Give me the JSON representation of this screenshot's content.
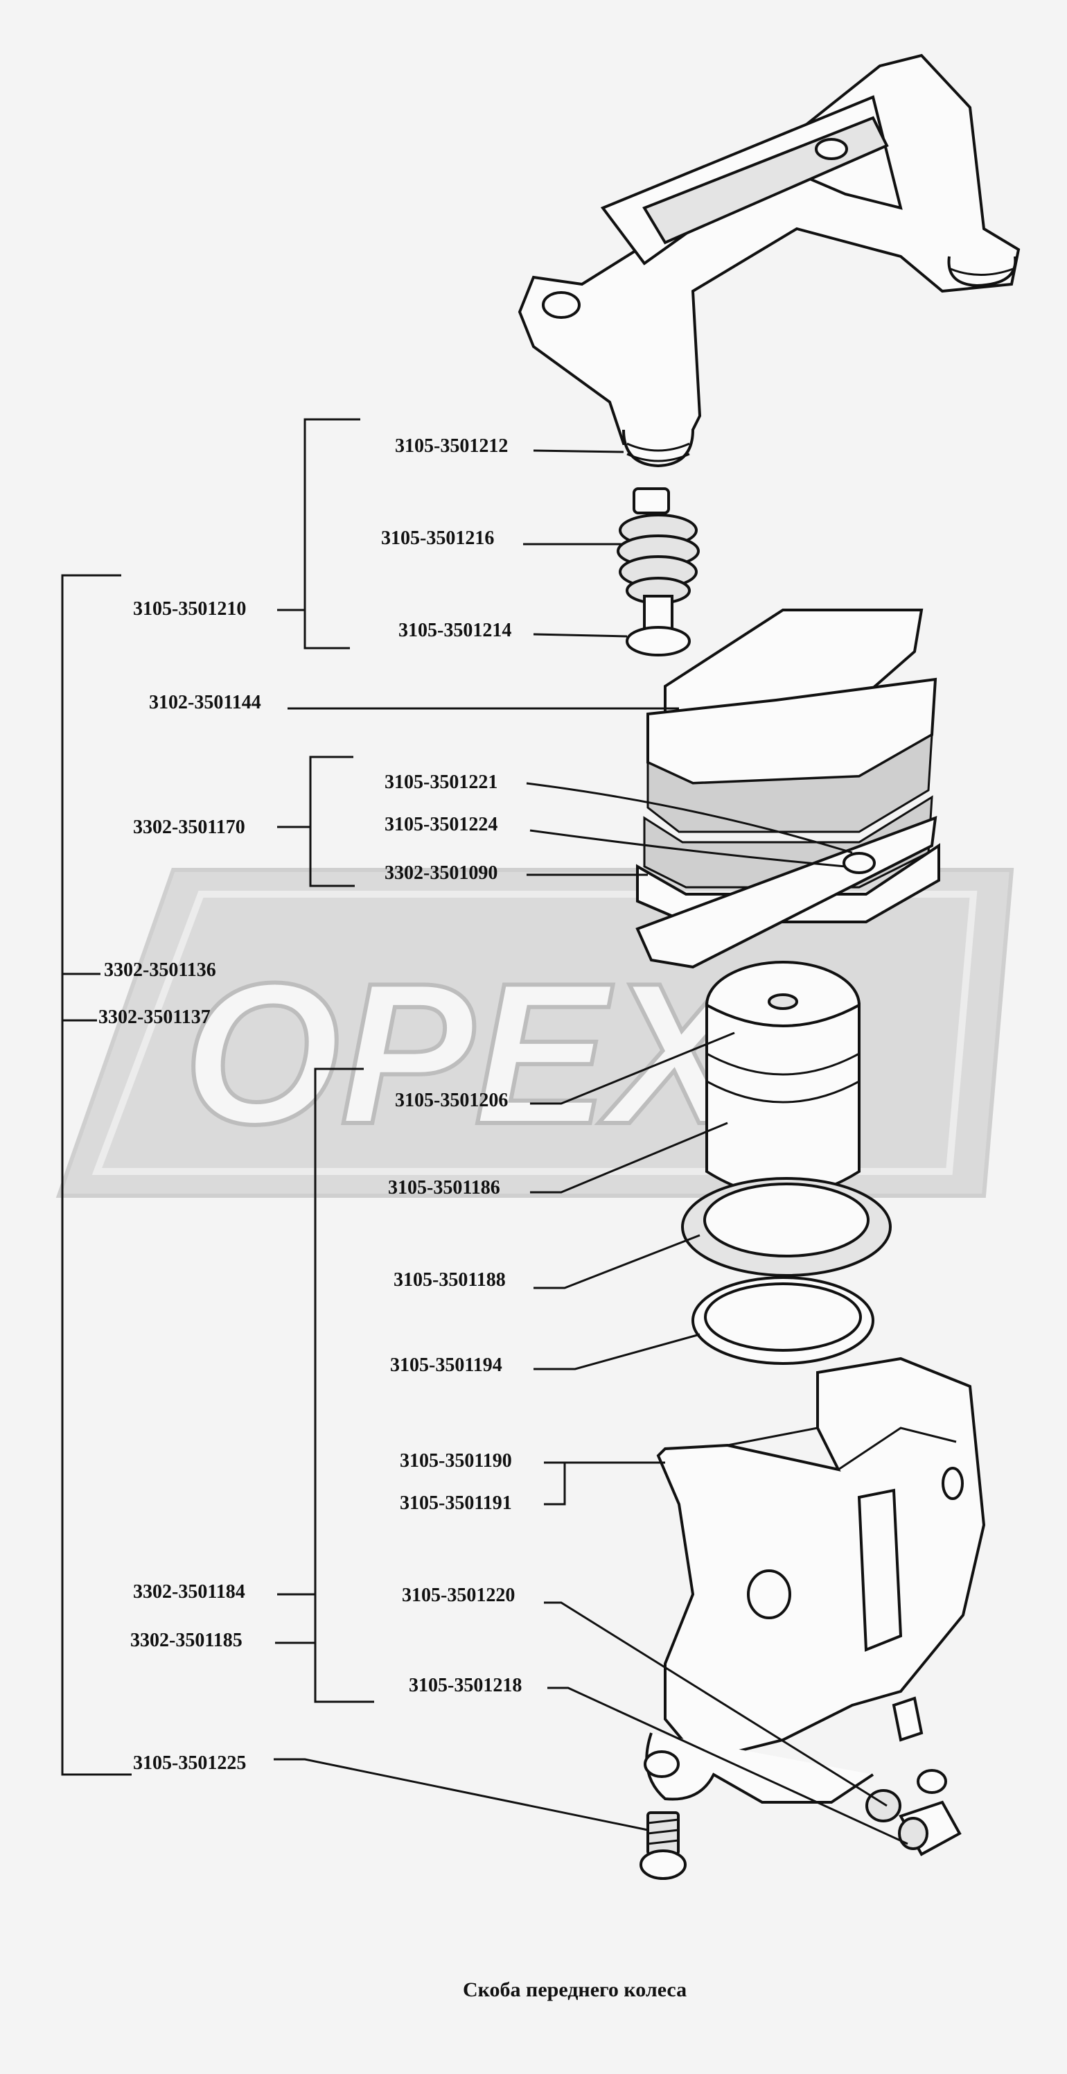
{
  "watermark": "OPEX",
  "caption": "Скоба переднего колеса",
  "labels": {
    "p1212": "3105-3501212",
    "p1216": "3105-3501216",
    "p1210": "3105-3501210",
    "p1214": "3105-3501214",
    "p1144": "3102-3501144",
    "p1221": "3105-3501221",
    "p1170": "3302-3501170",
    "p1224": "3105-3501224",
    "p1090": "3302-3501090",
    "p1136": "3302-3501136",
    "p1137": "3302-3501137",
    "p1206": "3105-3501206",
    "p1186": "3105-3501186",
    "p1188": "3105-3501188",
    "p1194": "3105-3501194",
    "p1190": "3105-3501190",
    "p1191": "3105-3501191",
    "p1184": "3302-3501184",
    "p1220": "3105-3501220",
    "p1185": "3302-3501185",
    "p1218": "3105-3501218",
    "p1225": "3105-3501225"
  }
}
